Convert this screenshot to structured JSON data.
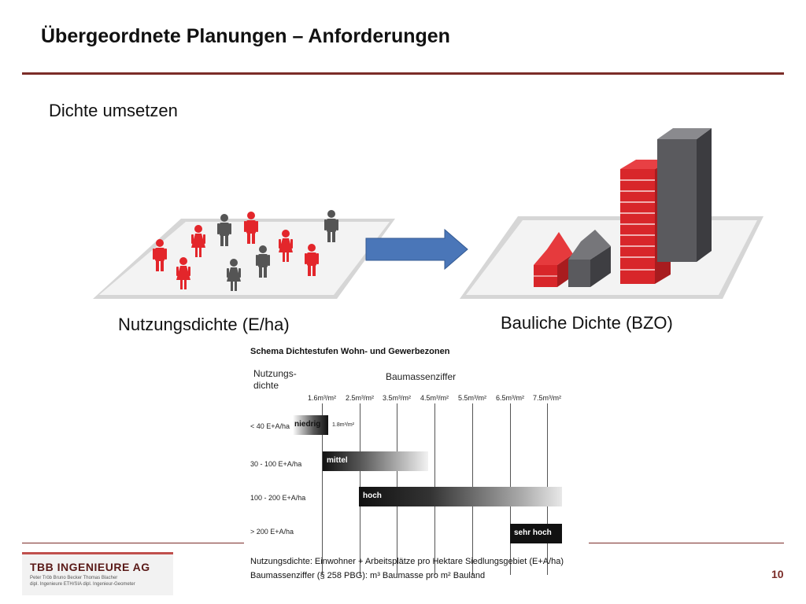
{
  "header": {
    "title": "Übergeordnete Planungen – Anforderungen",
    "subtitle": "Dichte umsetzen"
  },
  "illustration": {
    "left_caption": "Nutzungsdichte (E/ha)",
    "right_caption": "Bauliche Dichte (BZO)",
    "colors": {
      "person_red": "#e3262b",
      "person_grey": "#555555",
      "arrow": "#4a76b8",
      "building_red": "#d8262a",
      "building_grey": "#5a5a5e"
    }
  },
  "schema": {
    "title": "Schema Dichtestufen Wohn- und Gewerbezonen",
    "left_header": "Nutzungs-dichte",
    "right_header": "Baumassenziffer",
    "ticks": [
      "1.6m³/m²",
      "2.5m³/m²",
      "3.5m³/m²",
      "4.5m³/m²",
      "5.5m³/m²",
      "6.5m³/m²",
      "7.5m³/m²"
    ],
    "rows": [
      {
        "label": "< 40 E+A/ha",
        "band": "niedrig",
        "note": "1.8m³/m²"
      },
      {
        "label": "30 - 100 E+A/ha",
        "band": "mittel"
      },
      {
        "label": "100 - 200 E+A/ha",
        "band": "hoch"
      },
      {
        "label": "> 200 E+A/ha",
        "band": "sehr hoch"
      }
    ],
    "legend": [
      "Nutzungsdichte:  Einwohner + Arbeitsplätze pro Hektare Siedlungsgebiet (E+A/ha)",
      "Baumassenziffer (§ 258 PBG): m³ Baumasse pro m² Bauland"
    ]
  },
  "footer": {
    "logo_name": "TBB INGENIEURE AG",
    "logo_people_1": "Peter Tröb      Bruno Becker     Thomas Blacher",
    "logo_people_2": "dipl. Ingenieure ETH/SIA     dipl. Ingenieur-Geometer",
    "page_number": "10"
  }
}
